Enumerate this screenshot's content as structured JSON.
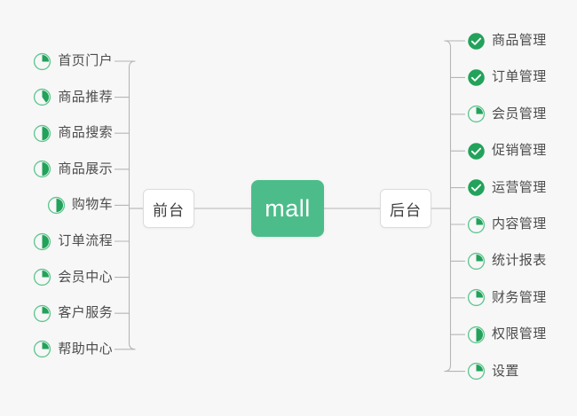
{
  "canvas": {
    "background": "#f7f7f7",
    "accent_green": "#4cbd8a",
    "icon_green": "#22a25a",
    "ring_green": "#5ec58f",
    "line_color": "#b5b5b5",
    "text_color": "#4c4c4c"
  },
  "root": {
    "label": "mall"
  },
  "branches": [
    {
      "id": "frontend",
      "label": "前台"
    },
    {
      "id": "backend",
      "label": "后台"
    }
  ],
  "frontend_items": [
    {
      "label": "首页门户",
      "icon": "pie-progress-icon",
      "progress": 25
    },
    {
      "label": "商品推荐",
      "icon": "pie-progress-icon",
      "progress": 40
    },
    {
      "label": "商品搜索",
      "icon": "pie-progress-icon",
      "progress": 50
    },
    {
      "label": "商品展示",
      "icon": "pie-progress-icon",
      "progress": 50
    },
    {
      "label": "购物车",
      "icon": "pie-progress-icon",
      "progress": 50
    },
    {
      "label": "订单流程",
      "icon": "pie-progress-icon",
      "progress": 50
    },
    {
      "label": "会员中心",
      "icon": "pie-progress-icon",
      "progress": 25
    },
    {
      "label": "客户服务",
      "icon": "pie-progress-icon",
      "progress": 25
    },
    {
      "label": "帮助中心",
      "icon": "pie-progress-icon",
      "progress": 25
    }
  ],
  "backend_items": [
    {
      "label": "商品管理",
      "icon": "check-circle-icon",
      "progress": 100
    },
    {
      "label": "订单管理",
      "icon": "check-circle-icon",
      "progress": 100
    },
    {
      "label": "会员管理",
      "icon": "pie-progress-icon",
      "progress": 25
    },
    {
      "label": "促销管理",
      "icon": "check-circle-icon",
      "progress": 100
    },
    {
      "label": "运营管理",
      "icon": "check-circle-icon",
      "progress": 100
    },
    {
      "label": "内容管理",
      "icon": "pie-progress-icon",
      "progress": 25
    },
    {
      "label": "统计报表",
      "icon": "pie-progress-icon",
      "progress": 25
    },
    {
      "label": "财务管理",
      "icon": "pie-progress-icon",
      "progress": 25
    },
    {
      "label": "权限管理",
      "icon": "pie-progress-icon",
      "progress": 50
    },
    {
      "label": "设置",
      "icon": "pie-progress-icon",
      "progress": 25
    }
  ]
}
